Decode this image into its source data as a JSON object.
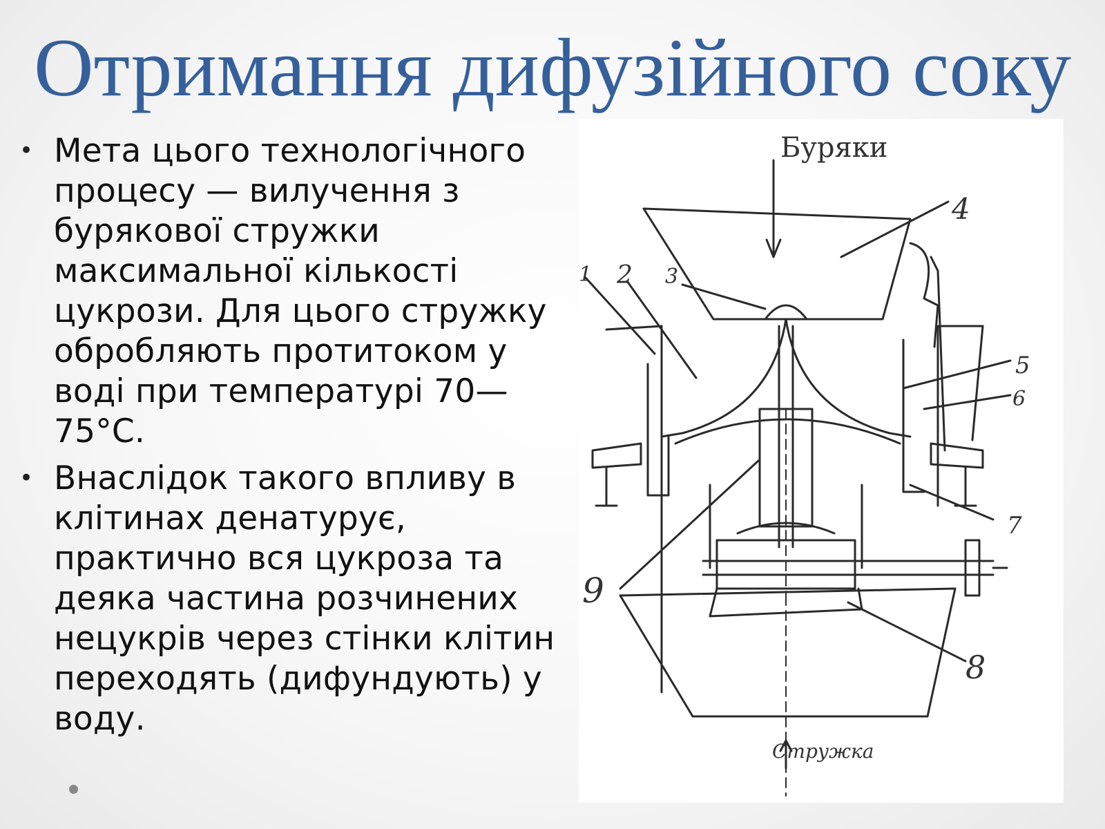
{
  "slide": {
    "title": "Отримання дифузійного соку",
    "bullets": [
      {
        "text": "Мета цього технологічного процесу — вилучення з бурякової стружки максимальної кількості цукрози. Для цього стружку обробляють протитоком у воді при температурі 70—75°С."
      },
      {
        "text": "Внаслідок такого впливу в клітинах денатурує, практично вся цукроза та деяка частина розчинених нецукрів через стінки клітин переходять (дифундують) у воду."
      }
    ],
    "bullet_symbol": "•"
  },
  "figure": {
    "top_label": "Буряки",
    "bottom_label": "Стружка",
    "part_numbers": [
      "1",
      "2",
      "3",
      "4",
      "5",
      "6",
      "7",
      "8",
      "9"
    ]
  },
  "colors": {
    "title": "#35609b",
    "text": "#111111",
    "drawing": "#2a2a2a"
  }
}
